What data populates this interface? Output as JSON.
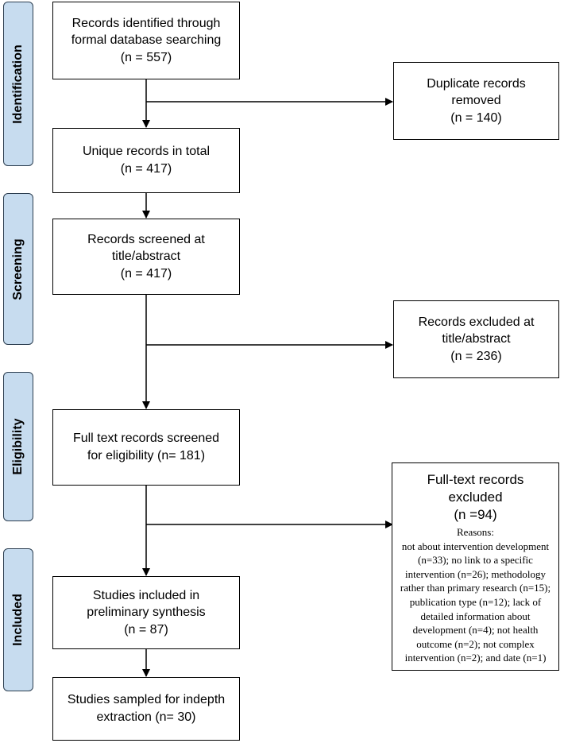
{
  "phases": [
    {
      "id": "identification",
      "label": "Identification"
    },
    {
      "id": "screening",
      "label": "Screening"
    },
    {
      "id": "eligibility",
      "label": "Eligibility"
    },
    {
      "id": "included",
      "label": "Included"
    }
  ],
  "boxes": {
    "identified": {
      "text": "Records identified through formal database searching",
      "n": "(n = 557)"
    },
    "duplicates": {
      "text": "Duplicate records removed",
      "n": "(n = 140)"
    },
    "unique": {
      "text": "Unique records in total",
      "n": "(n = 417)"
    },
    "screened": {
      "text": "Records screened at title/abstract",
      "n": "(n = 417)"
    },
    "excluded_title": {
      "text": "Records excluded at title/abstract",
      "n": "(n = 236)"
    },
    "fulltext": {
      "text": "Full text records screened for eligibility (n= 181)"
    },
    "excluded_fulltext": {
      "text": "Full-text records excluded",
      "n": "(n =94)",
      "reasons_heading": "Reasons:",
      "reasons": "not about intervention development (n=33); no link to a specific intervention (n=26); methodology rather than primary research (n=15); publication type (n=12); lack of detailed information about development (n=4); not health outcome (n=2); not complex intervention (n=2); and date (n=1)"
    },
    "included": {
      "text": "Studies included in preliminary synthesis",
      "n": "(n = 87)"
    },
    "sampled": {
      "text": "Studies sampled for indepth extraction (n= 30)"
    }
  }
}
